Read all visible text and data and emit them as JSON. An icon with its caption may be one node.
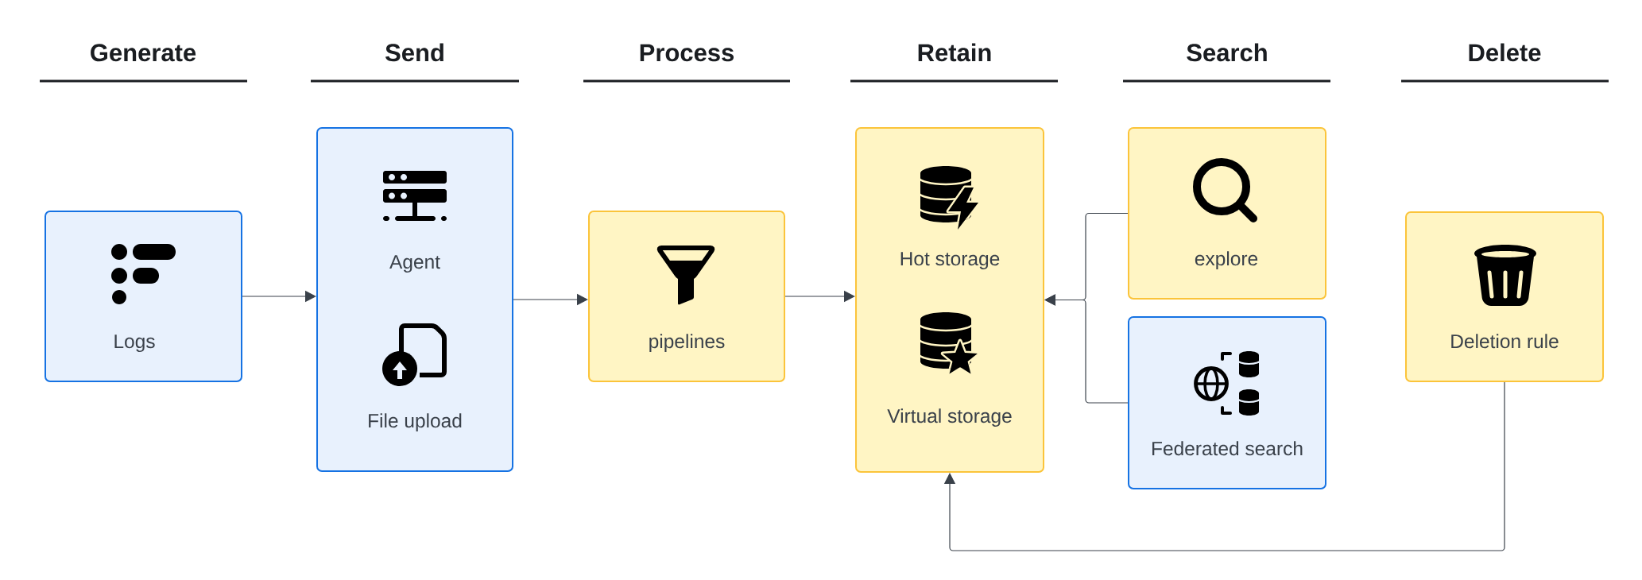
{
  "diagram": {
    "nodes": [
      {
        "text": [
          "Logs"
        ]
      },
      {
        "text": [
          "Agent",
          "File upload"
        ]
      },
      {
        "text": [
          "pipelines"
        ]
      },
      {
        "text": [
          "Hot storage",
          "Virtual storage"
        ]
      },
      {
        "text": [
          "explore"
        ]
      },
      {
        "text": [
          "Federated search"
        ]
      },
      {
        "text": [
          "Deletion rule"
        ]
      }
    ],
    "edges": [
      {
        "from": 0,
        "to": 1,
        "arrow": "to"
      },
      {
        "from": 1,
        "to": 2,
        "arrow": "to"
      },
      {
        "from": 2,
        "to": 3,
        "arrow": "to"
      },
      {
        "from": 4,
        "to": 3,
        "arrow": "to"
      },
      {
        "from": 5,
        "to": 3,
        "arrow": "to"
      },
      {
        "from": 6,
        "to": 3,
        "arrow": "to"
      }
    ],
    "labels": [
      "Generate",
      "Send",
      "Process",
      "Retain",
      "Search",
      "Delete"
    ]
  }
}
